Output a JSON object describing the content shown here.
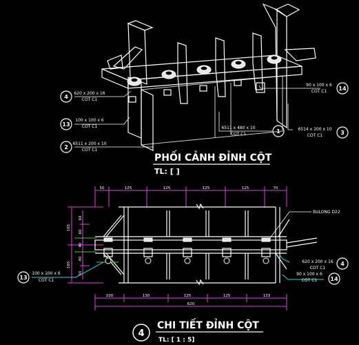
{
  "perspective": {
    "title": "PHỐI CẢNH ĐỈNH CỘT",
    "scale": "TL: [ ]",
    "callouts": [
      {
        "num": "4",
        "line1": "620 x 200 x 16",
        "line2": "COT C1"
      },
      {
        "num": "13",
        "line1": "100 x 100 x 6",
        "line2": "COT C1"
      },
      {
        "num": "2",
        "line1": "6511 x 200 x 10",
        "line2": "COT C1"
      },
      {
        "num": "1",
        "line1": "6511 x 480 x 10",
        "line2": "COT C1"
      },
      {
        "num": "3",
        "line1": "6514 x 200 x 10",
        "line2": "COT C1"
      },
      {
        "num": "14",
        "line1": "90 x 100 x 6",
        "line2": "COT C1"
      }
    ]
  },
  "detail": {
    "number": "4",
    "title": "CHI TIẾT ĐỈNH CỘT",
    "scale": "TL: [ 1 : 5]",
    "bolt_label": "BULONG D22",
    "top_dims": [
      "50",
      "125",
      "125",
      "125",
      "125",
      "70"
    ],
    "bottom_dims": [
      "100",
      "130",
      "125",
      "125",
      "133"
    ],
    "overall_dim": "620",
    "left_dims_outer": [
      "165",
      "165"
    ],
    "left_dims_inner": [
      "60",
      "60",
      "40",
      "40",
      "60"
    ],
    "callouts": [
      {
        "num": "13",
        "line1": "100 x 100 x 6",
        "line2": "COT C1"
      },
      {
        "num": "4",
        "line1": "620 x 200 x 16",
        "line2": "COT C1"
      },
      {
        "num": "14",
        "line1": "90 x 100 x 6",
        "line2": "COT C1"
      }
    ]
  },
  "colors": {
    "background": "#000000",
    "line": "#ffffff",
    "dimension": "#e040e0",
    "hatch": "#41d441",
    "leader": "#40d0e0"
  }
}
